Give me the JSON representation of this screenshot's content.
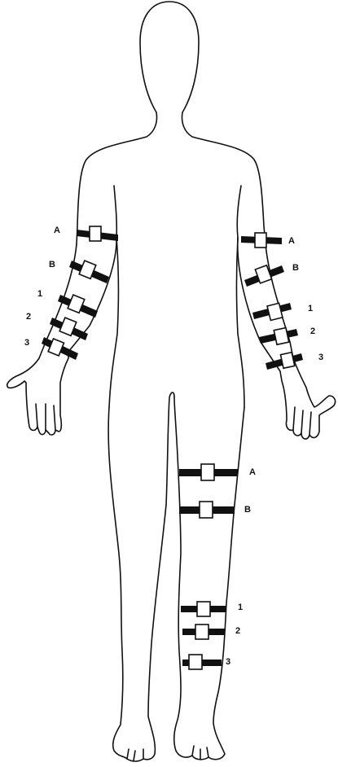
{
  "figure": {
    "ink_color": "#111111",
    "background": "#ffffff",
    "right_arm_labels": {
      "a": "A",
      "b": "B",
      "one": "1",
      "two": "2",
      "three": "3"
    },
    "left_arm_labels": {
      "a": "A",
      "b": "B",
      "one": "1",
      "two": "2",
      "three": "3"
    },
    "leg_labels": {
      "a": "A",
      "b": "B",
      "one": "1",
      "two": "2",
      "three": "3"
    }
  }
}
